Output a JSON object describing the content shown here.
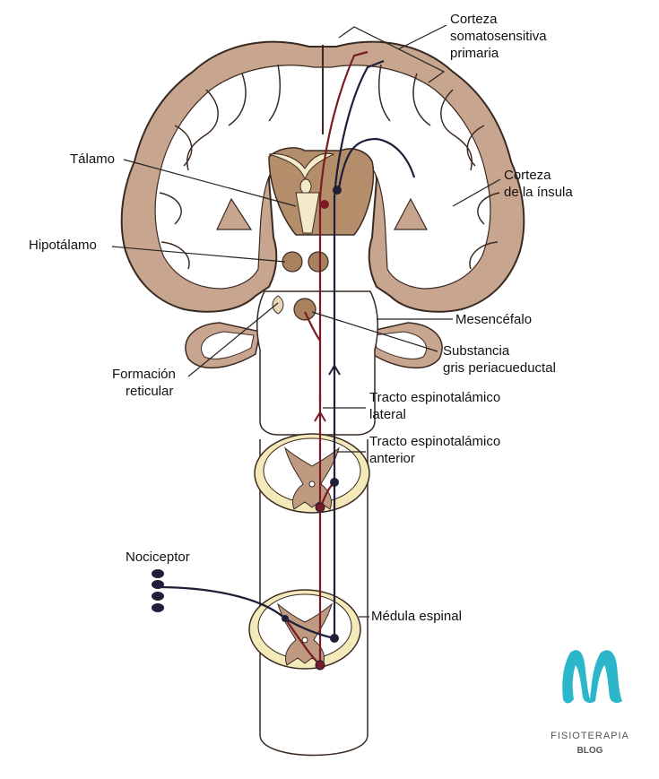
{
  "labels": {
    "corteza_somatosensitiva": [
      "Corteza",
      "somatosensitiva",
      "primaria"
    ],
    "talamo": "Tálamo",
    "corteza_insula": [
      "Corteza",
      "de la ínsula"
    ],
    "hipotalamo": "Hipotálamo",
    "mesencefalo": "Mesencéfalo",
    "substancia_gris": [
      "Substancia",
      "gris periacueductal"
    ],
    "formacion_reticular": [
      "Formación",
      "reticular"
    ],
    "tracto_lateral": [
      "Tracto espinotalámico",
      "lateral"
    ],
    "tracto_anterior": [
      "Tracto espinotalámico",
      "anterior"
    ],
    "nociceptor": "Nociceptor",
    "medula_espinal": "Médula espinal"
  },
  "logo": {
    "mark": "M",
    "line1": "FISIOTERAPIA",
    "line2": "BLOG"
  },
  "colors": {
    "cortex": "#c8a58e",
    "white_matter": "#ffffff",
    "deep_nuclei": "#a8815f",
    "thalamus": "#b48d6b",
    "spinal_gray": "#c09a80",
    "spinal_ring": "#f4e9b8",
    "lateral_tract": "#7a1a24",
    "anterior_tract": "#1f1f3a",
    "logo": "#2bb6c9"
  }
}
